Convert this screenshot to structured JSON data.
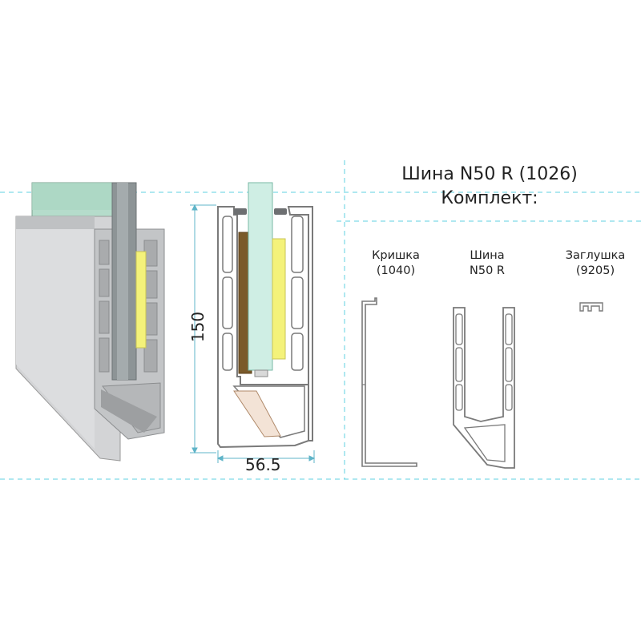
{
  "title": {
    "line1": "Шина N50 R (1026)",
    "line2": "Комплект:"
  },
  "kit_items": [
    {
      "line1": "Кришка",
      "line2": "(1040)"
    },
    {
      "line1": "Шина",
      "line2": "N50 R"
    },
    {
      "line1": "Заглушка",
      "line2": "(9205)"
    }
  ],
  "dimensions": {
    "height": "150",
    "width": "56.5"
  },
  "colors": {
    "guide_line": "#5fd0e0",
    "dimension_line": "#5fb4c8",
    "profile_outline": "#7a7a7a",
    "glass": "#cfeee4",
    "gasket_yellow": "#f4f27a",
    "wood_wedge": "#7a5a2a",
    "aluminum": "#c9cbcd"
  }
}
